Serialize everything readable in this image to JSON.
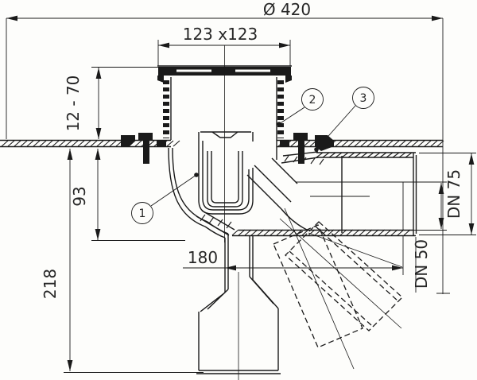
{
  "drawing": {
    "type": "floor-drain-cross-section",
    "dimensions": {
      "flange_diameter": "Ø 420",
      "grate_size": "123 x123",
      "adjust_range": "12 - 70",
      "depth_pipe": "93",
      "depth_total": "218",
      "outlet_offset": "180",
      "outlet_size": "DN 75",
      "bore_size": "DN 50"
    },
    "callouts": [
      {
        "label": "1"
      },
      {
        "label": "2"
      },
      {
        "label": "3"
      }
    ],
    "colors": {
      "line": "#1a1a1a",
      "background": "#fdfdfb"
    }
  }
}
